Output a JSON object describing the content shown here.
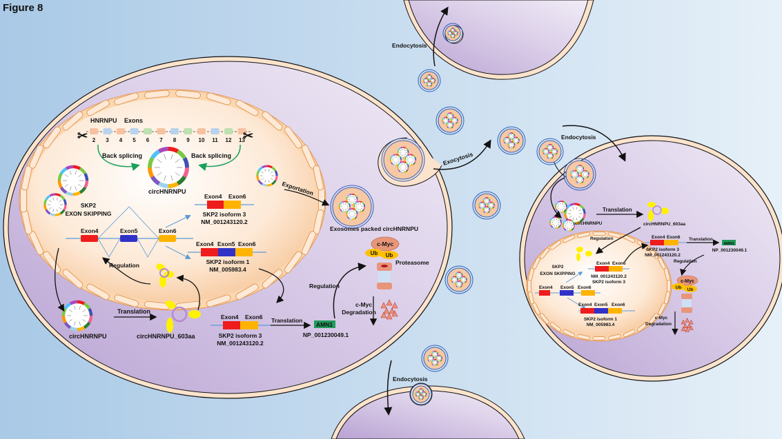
{
  "figure": {
    "title": "Figure 8"
  },
  "colors": {
    "background_left": "#a9c9e6",
    "background_right": "#e3eef8",
    "cell_fill": "#d9cbe6",
    "cell_membrane": "#fbe3cc",
    "nucleus_fill": "#fde9d6",
    "nucleus_pore": "#fbd7b0",
    "exosome_fill": "#f6c8a4",
    "exosome_ring": "#2f5fb8",
    "exon4": "#ee1c1c",
    "exon5": "#3131c8",
    "exon6": "#ffb300",
    "amn1": "#1f9a5a",
    "cmyc": "#e8967a",
    "ub": "#ffc000",
    "proteasome": "#e8957c",
    "peptide_yellow": "#fff200",
    "back_splicing_arrow": "#1aa05a",
    "isoform_arrow": "#5b9bd5"
  },
  "main_cell": {
    "nucleus": {
      "gene_label": "HNRNPU",
      "exons_label": "Exons",
      "exon_numbers": [
        "2",
        "3",
        "4",
        "5",
        "6",
        "7",
        "8",
        "9",
        "10",
        "11",
        "12",
        "13"
      ],
      "back_splicing_left": "Back splicing",
      "back_splicing_right": "Back splicing",
      "circ_label": "circHNRNPU",
      "skipping_title_1": "SKP2",
      "skipping_title_2": "EXON SKIPPING",
      "gene_exons": [
        "Exon4",
        "Exon5",
        "Exon6"
      ],
      "isoform3": {
        "exons": [
          "Exon4",
          "Exon6"
        ],
        "name": "SKP2 isoform 3",
        "accession": "NM_001243120.2"
      },
      "isoform1": {
        "exons": [
          "Exon4",
          "Exon5",
          "Exon6"
        ],
        "name": "SKP2 isoform 1",
        "accession": "NM_005983.4"
      },
      "regulation_label": "Regulation"
    },
    "cytoplasm": {
      "circ_label": "circHNRNPU",
      "translation_label": "Translation",
      "peptide_label": "circHNRNPU_603aa",
      "isoform3": {
        "exons": [
          "Exon4",
          "Exon6"
        ],
        "name": "SKP2 isoform 3",
        "accession": "NM_001243120.2"
      },
      "translation_label_2": "Translation",
      "amn1_label": "AMN1",
      "amn1_accession": "NP_001230049.1",
      "regulation_label": "Regulation",
      "cmyc_label": "c-Myc",
      "ub_labels": [
        "Ub",
        "Ub"
      ],
      "proteasome_label": "Proteasome",
      "degradation_label_1": "c-Myc",
      "degradation_label_2": "Degradation"
    },
    "exportation_label": "Exportation",
    "exosomes_label": "Exosomes packed circHNRNPU"
  },
  "extracellular": {
    "exocytosis_label": "Exocytosis",
    "endocytosis_top": "Endocytosis",
    "endocytosis_right": "Endocytosis",
    "endocytosis_bottom": "Endocytosis"
  },
  "recipient_cell": {
    "circ_label": "circHNRNPU",
    "translation_label": "Translation",
    "peptide_label": "circHNRNPU_603aa",
    "regulation_label": "Regulation",
    "nucleus": {
      "skipping_title_1": "SKP2",
      "skipping_title_2": "EXON SKIPPING",
      "gene_exons": [
        "Exon4",
        "Exon5",
        "Exon6"
      ],
      "isoform3": {
        "exons": [
          "Exon4",
          "Exon6"
        ],
        "accession": "NM_001243120.2",
        "name": "SKP2 isoform 3"
      },
      "isoform1": {
        "exons": [
          "Exon4",
          "Exon5",
          "Exon6"
        ],
        "name": "SKP2 isoform 1",
        "accession": "NM_005983.4"
      }
    },
    "cyto_isoform3": {
      "exons": [
        "Exon4",
        "Exon6"
      ],
      "name": "SKP2 isoform 3",
      "accession": "NM_001243120.2"
    },
    "translation_label_2": "Translation",
    "amn1_label": "AMN1",
    "amn1_accession": "NP_001230049.1",
    "regulation_label_2": "Regulation",
    "cmyc_label": "c-Myc",
    "ub_labels": [
      "Ub",
      "Ub"
    ],
    "degradation_label_1": "c-Myc",
    "degradation_label_2": "Degradation"
  }
}
